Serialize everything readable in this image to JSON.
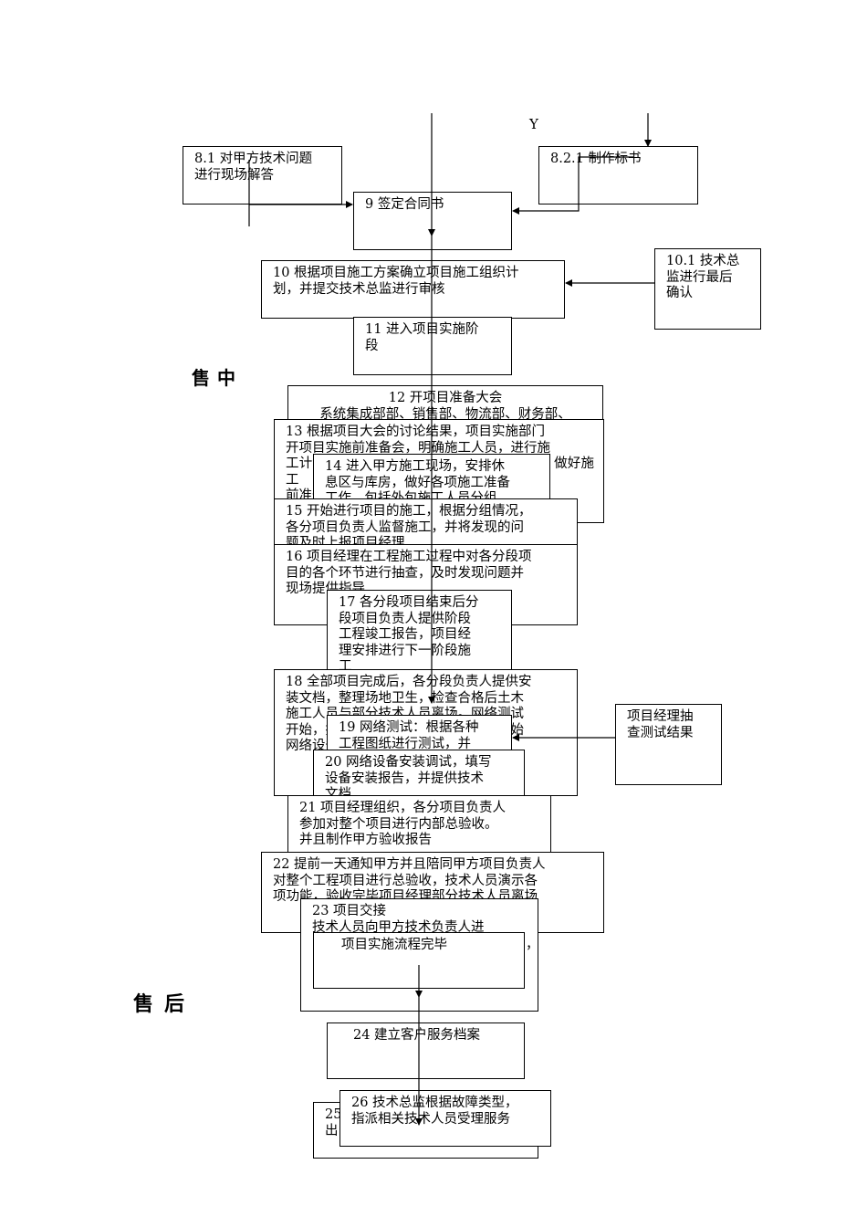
{
  "labels": {
    "y_mark": "Y",
    "phase_sale": "售中",
    "phase_after": "售后"
  },
  "steps": {
    "s8_1": "8.1 对甲方技术问题\n进行现场解答",
    "s8_2_1": "8.2.1 制作标书",
    "s9": "9 签定合同书",
    "s10": "10 根据项目施工方案确立项目施工组织计\n划，并提交技术总监进行审核",
    "s10_1": "10.1 技术总\n监进行最后\n确认",
    "s11": "11 进入项目实施阶\n段",
    "s12": "12 开项目准备大会\n系统集成部部、销售部、物流部、财务部、",
    "s13": "13 根据项目大会的讨论结果，项目实施部门\n开项目实施前准备会，明确施工人员，进行施\n工计划分组，并落实到人，安排好施工人员，做好施工\n前准备工作",
    "s14": "14 进入甲方施工现场，安排休\n息区与库房，做好各项施工准备\n工作，包括外包施工人员分组",
    "s15": "15 开始进行项目的施工，根据分组情况，\n各分项目负责人监督施工，并将发现的问\n题及时上报项目经理",
    "s16": "16 项目经理在工程施工过程中对各分段项\n目的各个环节进行抽查，及时发现问题并\n现场提供指导",
    "s17": "17 各分段项目结束后分\n段项目负责人提供阶段\n工程竣工报告，项目经\n理安排进行下一阶段施\n工",
    "s18": "18 全部项目完成后，各分段负责人提供安\n装文档，整理场地卫生，检查合格后土木\n施工人员与部分技术人员离场。网络测试\n开始，技术人员根据图纸进行测试。开始\n网络设备安装调试",
    "s19": "19 网络测试：根据各种\n工程图纸进行测试，并",
    "s20": "20 网络设备安装调试，填写\n设备安装报告，并提供技术\n文档",
    "s_pm_check": "项目经理抽\n查测试结果",
    "s21": "21 项目经理组织，各分项目负责人\n参加对整个项目进行内部总验收。\n并且制作甲方验收报告",
    "s22": "22 提前一天通知甲方并且陪同甲方项目负责人\n对整个工程项目进行总验收，技术人员演示各\n项功能，验收完毕项目经理部分技术人员离场",
    "s23": "23 项目交接\n技术人员向甲方技术负责人进",
    "s23_comma": "，",
    "s_done": "项目实施流程完毕",
    "s24": "24 建立客户服务档案",
    "s25": "25\n出",
    "s26": "26 技术总监根据故障类型，\n指派相关技术人员受理服务"
  }
}
